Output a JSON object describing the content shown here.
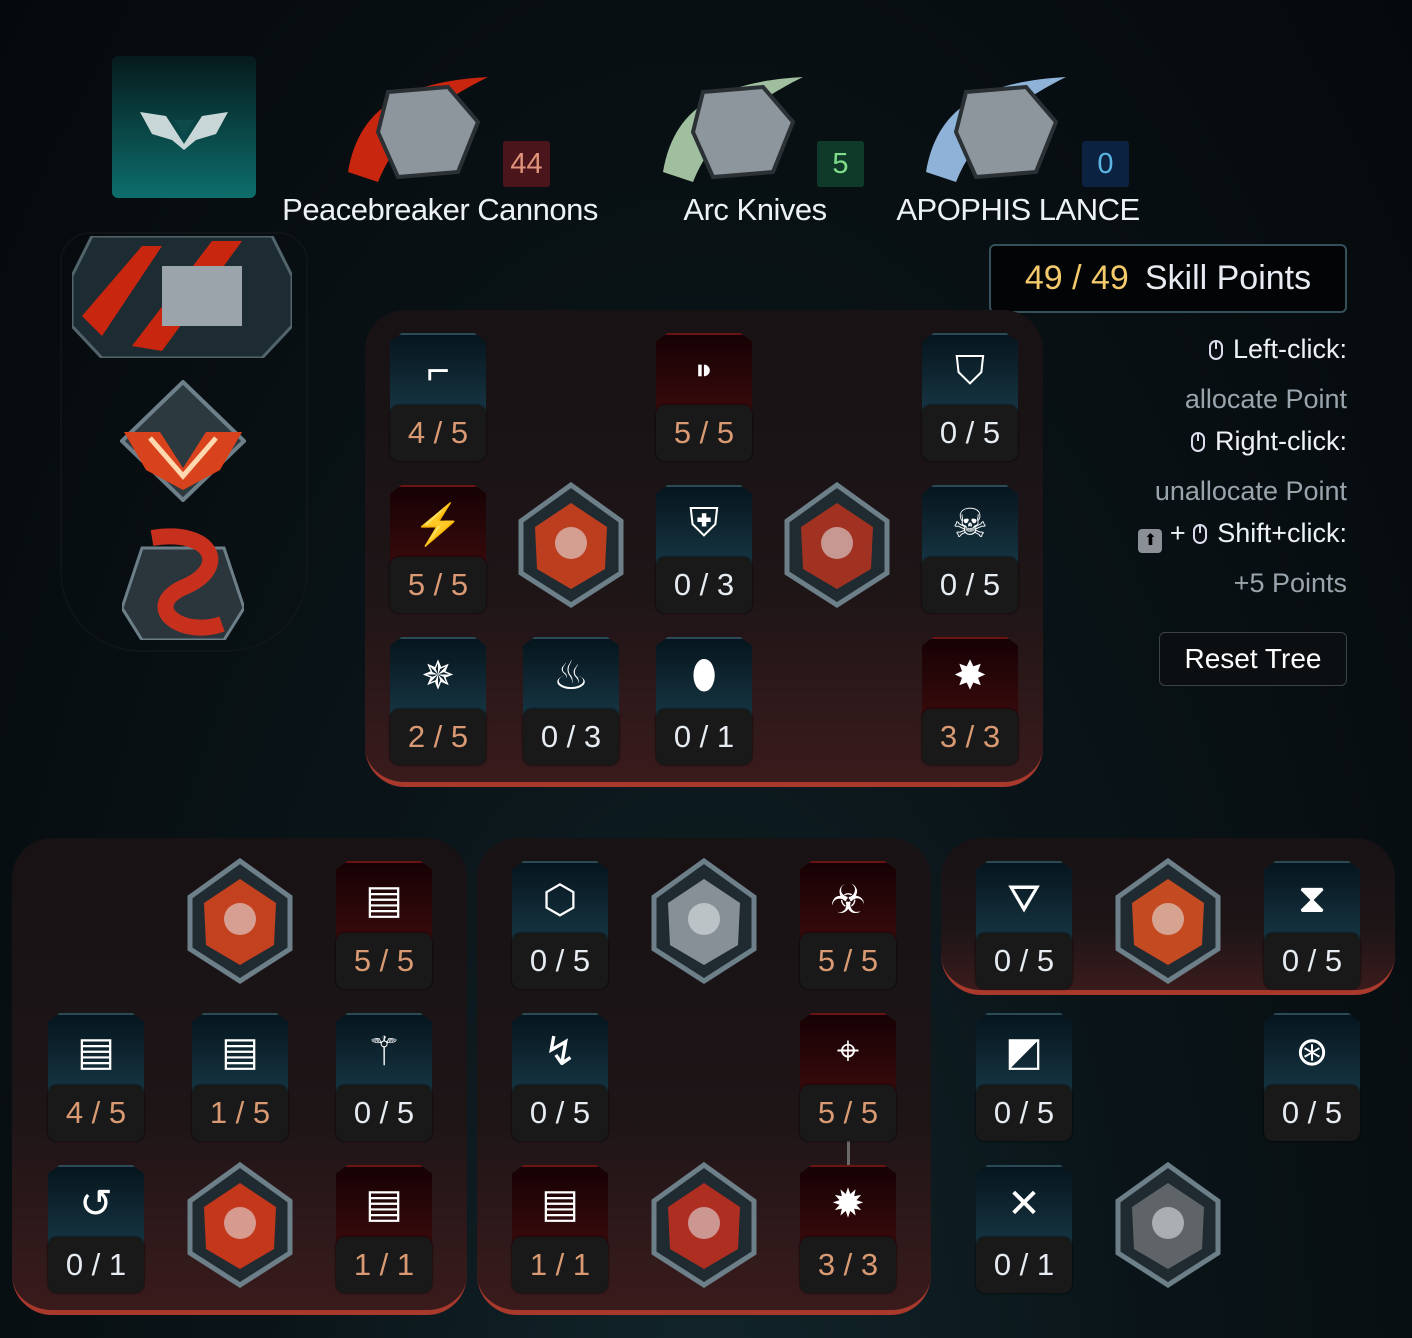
{
  "header": {
    "emblem_icon": "wing-emblem-icon",
    "weapons": [
      {
        "name": "Peacebreaker Cannons",
        "points": "44",
        "badge_bg": "#4a161c",
        "badge_fg": "#e0937a",
        "art": "#c8260f",
        "icon": "mech-cannon-icon"
      },
      {
        "name": "Arc Knives",
        "points": "5",
        "badge_bg": "#0f3a2a",
        "badge_fg": "#7fdc8a",
        "art": "#9fbf9f",
        "icon": "mech-blades-icon"
      },
      {
        "name": "APOPHIS LANCE",
        "points": "0",
        "badge_bg": "#0b2240",
        "badge_fg": "#5bb6e6",
        "art": "#8fb2d8",
        "icon": "mech-lance-icon"
      }
    ]
  },
  "skill_points": {
    "value": "49 / 49",
    "label": "Skill Points"
  },
  "hints": [
    {
      "key": "Left-click:",
      "desc": "allocate Point"
    },
    {
      "key": "Right-click:",
      "desc": "unallocate Point"
    },
    {
      "key": "Shift+click:",
      "desc": "+5 Points",
      "plus": "+"
    }
  ],
  "reset_label": "Reset Tree",
  "colors": {
    "allocated": "#d99a73",
    "unallocated": "#e6ecf2",
    "accent_red": "#c8260f"
  },
  "trees": [
    {
      "id": "main",
      "rows": [
        [
          {
            "rank": "4 / 5",
            "icon": "pistol-icon",
            "g": "⌐"
          },
          null,
          {
            "rank": "5 / 5",
            "icon": "bullets-icon",
            "g": "⁍"
          },
          null,
          {
            "rank": "0 / 5",
            "icon": "shield-battery-icon",
            "g": "⛉"
          }
        ],
        [
          {
            "rank": "5 / 5",
            "icon": "impact-icon",
            "g": "⚡"
          },
          {
            "ability": "v-emblem-icon",
            "c": "#d8421c"
          },
          {
            "rank": "0 / 3",
            "icon": "shield-icon",
            "g": "⛨"
          },
          {
            "ability": "grenade-teeth-icon",
            "c": "#b8321e"
          },
          {
            "rank": "0 / 5",
            "icon": "skull-shield-icon",
            "g": "☠"
          }
        ],
        [
          {
            "rank": "2 / 5",
            "icon": "winged-badge-icon",
            "g": "✵"
          },
          {
            "rank": "0 / 3",
            "icon": "flame-figure-icon",
            "g": "♨"
          },
          {
            "rank": "0 / 1",
            "icon": "grenade-icon",
            "g": "⬮"
          },
          null,
          {
            "rank": "3 / 3",
            "icon": "star-pentagon-icon",
            "g": "✸"
          }
        ]
      ]
    },
    {
      "id": "left",
      "rows": [
        [
          null,
          {
            "ability": "fire-orb-icon",
            "c": "#e0451c"
          },
          {
            "rank": "5 / 5",
            "icon": "shells-up-icon",
            "g": "▤"
          }
        ],
        [
          {
            "rank": "4 / 5",
            "icon": "shells-fire-icon",
            "g": "▤"
          },
          {
            "rank": "1 / 5",
            "icon": "shells-ammo-icon",
            "g": "▤"
          },
          {
            "rank": "0 / 5",
            "icon": "dodge-icon",
            "g": "⚚"
          }
        ],
        [
          {
            "rank": "0 / 1",
            "icon": "fire-swirl-icon",
            "g": "↺"
          },
          {
            "ability": "explosion-icon",
            "c": "#e03a18"
          },
          {
            "rank": "1 / 1",
            "icon": "shells-shock-icon",
            "g": "▤"
          }
        ]
      ]
    },
    {
      "id": "middle",
      "rows": [
        [
          {
            "rank": "0 / 5",
            "icon": "canister-icon",
            "g": "⬡"
          },
          {
            "ability": "cannon-icon",
            "c": "#9aa2a8"
          },
          {
            "rank": "5 / 5",
            "icon": "biohazard-ammo-icon",
            "g": "☣"
          }
        ],
        [
          {
            "rank": "0 / 5",
            "icon": "zigzag-icon",
            "g": "↯"
          },
          null,
          {
            "rank": "5 / 5",
            "icon": "crosshair-bolt-icon",
            "g": "⌖"
          }
        ],
        [
          {
            "rank": "1 / 1",
            "icon": "shells-gear-icon",
            "g": "▤"
          },
          {
            "ability": "serpent-icon",
            "c": "#c8301e"
          },
          {
            "rank": "3 / 3",
            "icon": "burst-icon",
            "g": "✹"
          }
        ]
      ]
    },
    {
      "id": "right",
      "rows": [
        [
          {
            "rank": "0 / 5",
            "icon": "winged-badge-2-icon",
            "g": "⛛"
          },
          {
            "ability": "core-icon",
            "c": "#e2501e"
          },
          {
            "rank": "0 / 5",
            "icon": "winged-hourglass-icon",
            "g": "⧗"
          }
        ],
        [
          {
            "rank": "0 / 5",
            "icon": "wing-split-icon",
            "g": "◩"
          },
          null,
          {
            "rank": "0 / 5",
            "icon": "target-mask-icon",
            "g": "⊛"
          }
        ],
        [
          {
            "rank": "0 / 1",
            "icon": "fox-mask-icon",
            "g": "✕"
          },
          {
            "ability": "locked-spire-icon",
            "c": "#6a6e72"
          },
          null
        ]
      ]
    }
  ]
}
